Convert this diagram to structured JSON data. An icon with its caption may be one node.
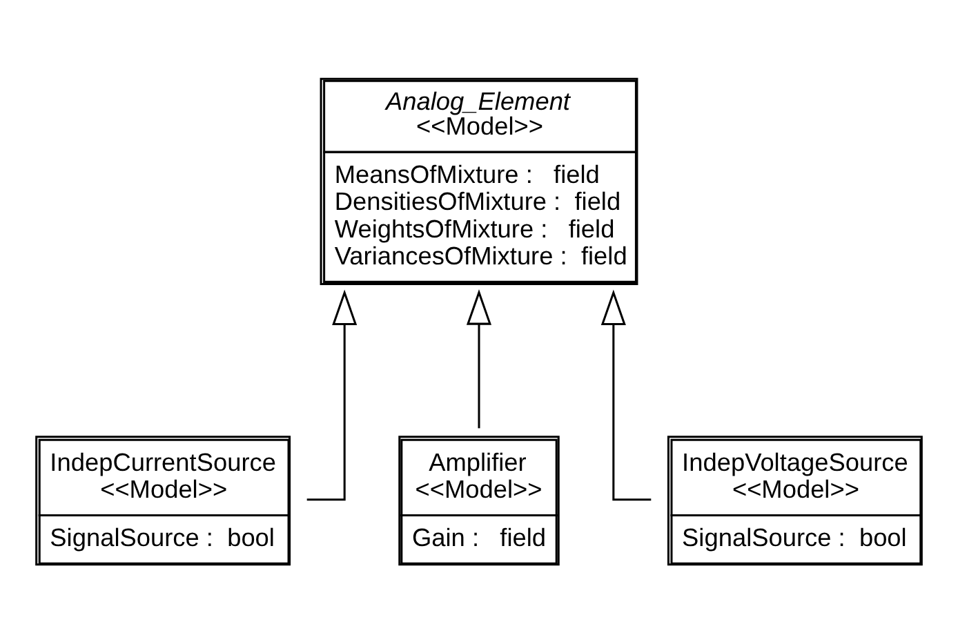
{
  "diagram": {
    "nodes": [
      {
        "text": [
          "Analog_Element",
          "<<Model>>",
          "MeansOfMixture :   field",
          "DensitiesOfMixture :  field",
          "WeightsOfMixture :   field",
          "VariancesOfMixture :  field"
        ]
      },
      {
        "text": [
          "IndepCurrentSource",
          "<<Model>>",
          "SignalSource :  bool"
        ]
      },
      {
        "text": [
          "Amplifier",
          "<<Model>>",
          "Gain :   field"
        ]
      },
      {
        "text": [
          "IndepVoltageSource",
          "<<Model>>",
          "SignalSource :  bool"
        ]
      }
    ],
    "edges": [
      {
        "from": 1,
        "to": 0,
        "arrow": "to"
      },
      {
        "from": 2,
        "to": 0,
        "arrow": "to"
      },
      {
        "from": 3,
        "to": 0,
        "arrow": "to"
      }
    ]
  }
}
